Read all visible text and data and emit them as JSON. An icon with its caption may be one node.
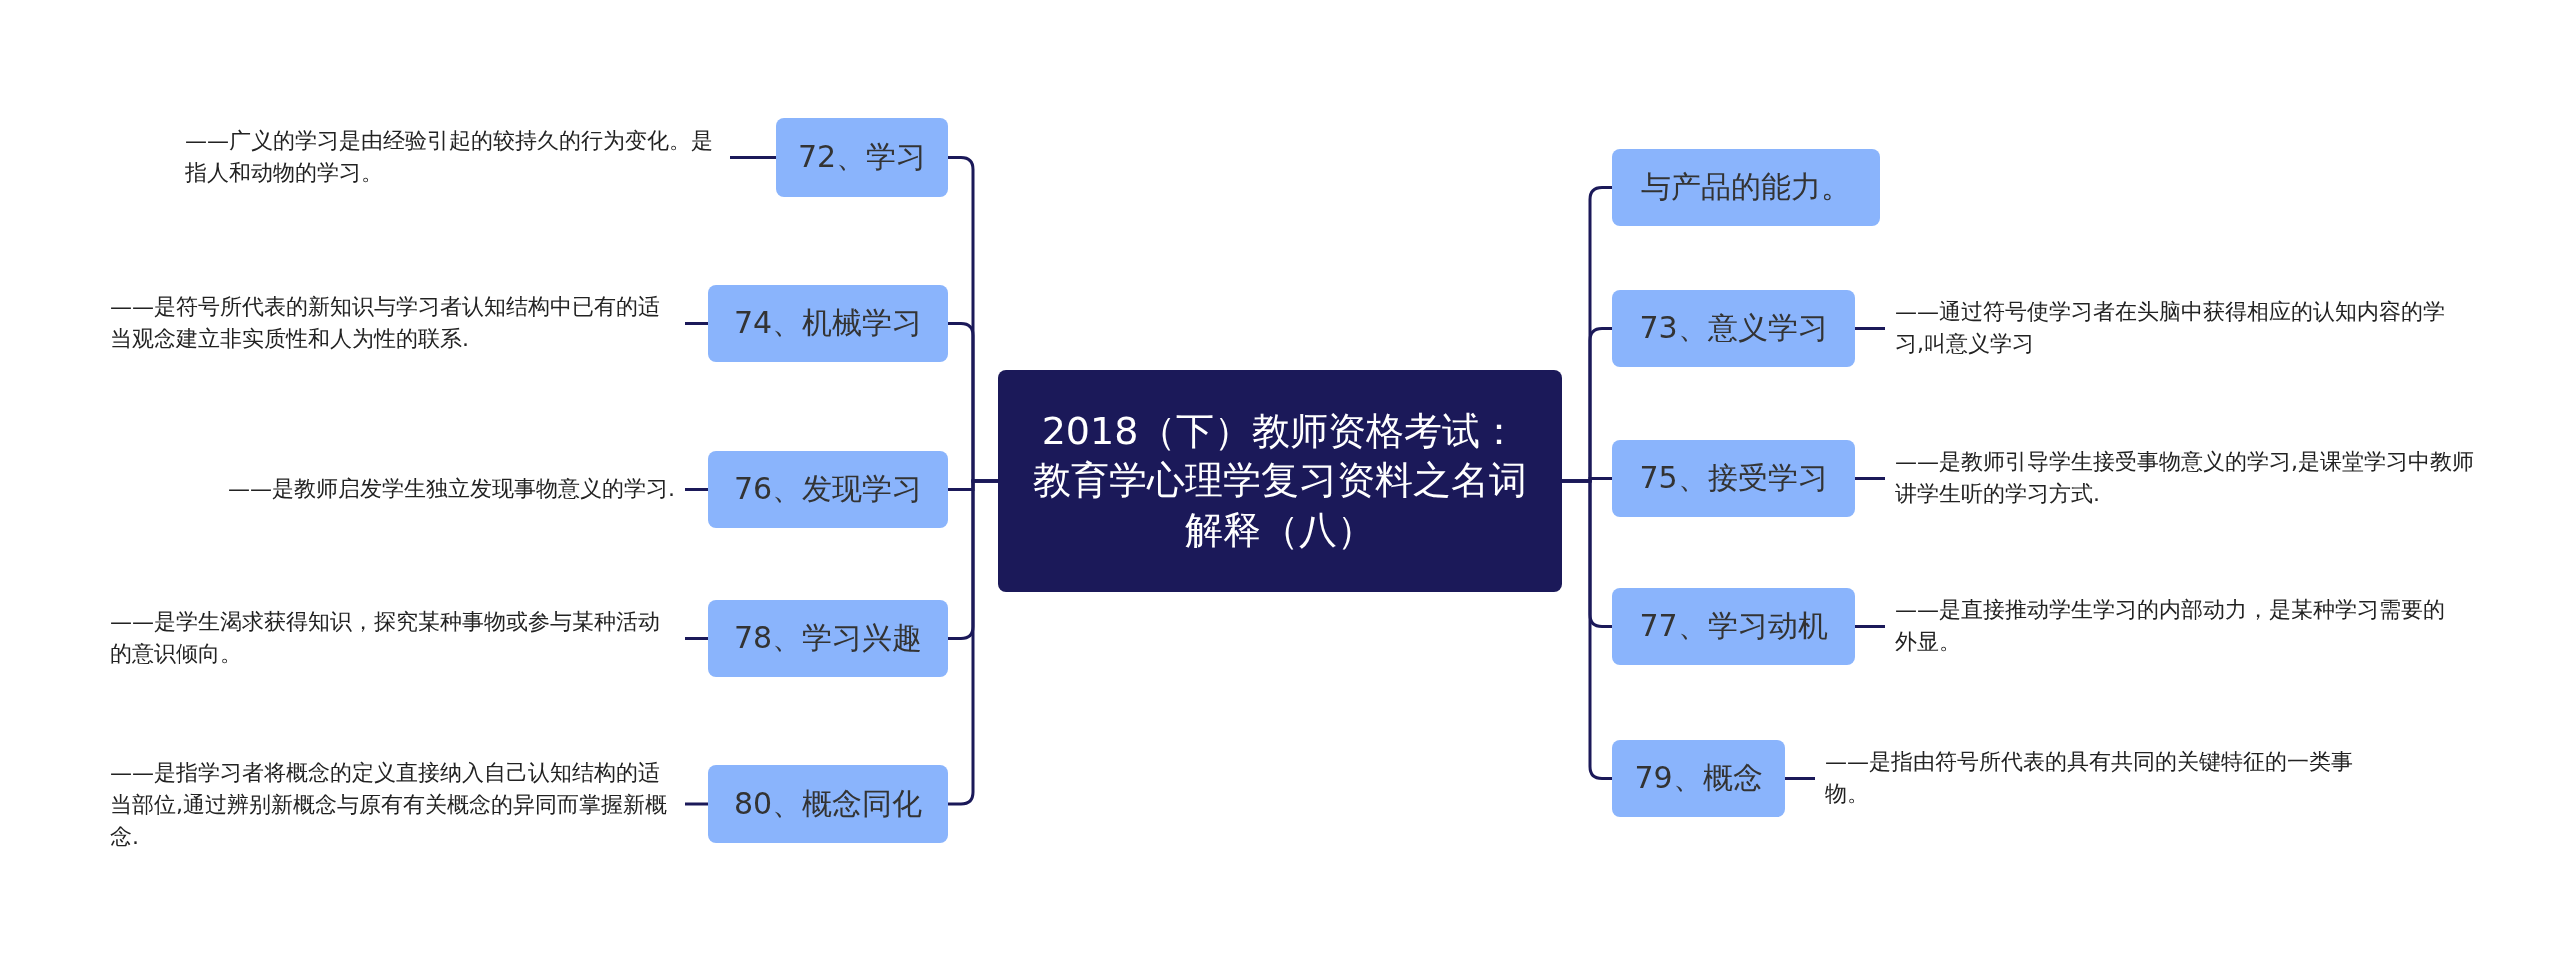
{
  "diagram": {
    "nodes": [
      {
        "text": [
          "2018（下）教师资格考试：教育学心理学复习资料之名词解释（八）"
        ]
      },
      {
        "text": [
          "72、学习"
        ]
      },
      {
        "text": [
          "——广义的学习是由经验引起的较持久的行为变化。是指人和动物的学习。"
        ]
      },
      {
        "text": [
          "74、机械学习"
        ]
      },
      {
        "text": [
          "——是符号所代表的新知识与学习者认知结构中已有的适当观念建立非实质性和人为性的联系."
        ]
      },
      {
        "text": [
          "76、发现学习"
        ]
      },
      {
        "text": [
          "——是教师启发学生独立发现事物意义的学习."
        ]
      },
      {
        "text": [
          "78、学习兴趣"
        ]
      },
      {
        "text": [
          "——是学生渴求获得知识，探究某种事物或参与某种活动的意识倾向。"
        ]
      },
      {
        "text": [
          "80、概念同化"
        ]
      },
      {
        "text": [
          "——是指学习者将概念的定义直接纳入自己认知结构的适当部位,通过辨别新概念与原有有关概念的异同而掌握新概念."
        ]
      },
      {
        "text": [
          "与产品的能力。"
        ]
      },
      {
        "text": [
          "73、意义学习"
        ]
      },
      {
        "text": [
          "——通过符号使学习者在头脑中获得相应的认知内容的学习,叫意义学习"
        ]
      },
      {
        "text": [
          "75、接受学习"
        ]
      },
      {
        "text": [
          "——是教师引导学生接受事物意义的学习,是课堂学习中教师讲学生听的学习方式."
        ]
      },
      {
        "text": [
          "77、学习动机"
        ]
      },
      {
        "text": [
          "——是直接推动学生学习的内部动力，是某种学习需要的外显。"
        ]
      },
      {
        "text": [
          "79、概念"
        ]
      },
      {
        "text": [
          "——是指由符号所代表的具有共同的关键特征的一类事物。"
        ]
      }
    ],
    "edges": [
      {
        "from": 0,
        "to": 1,
        "arrow": "none"
      },
      {
        "from": 0,
        "to": 3,
        "arrow": "none"
      },
      {
        "from": 0,
        "to": 5,
        "arrow": "none"
      },
      {
        "from": 0,
        "to": 7,
        "arrow": "none"
      },
      {
        "from": 0,
        "to": 9,
        "arrow": "none"
      },
      {
        "from": 0,
        "to": 11,
        "arrow": "none"
      },
      {
        "from": 0,
        "to": 12,
        "arrow": "none"
      },
      {
        "from": 0,
        "to": 14,
        "arrow": "none"
      },
      {
        "from": 0,
        "to": 16,
        "arrow": "none"
      },
      {
        "from": 0,
        "to": 18,
        "arrow": "none"
      },
      {
        "from": 1,
        "to": 2,
        "arrow": "none"
      },
      {
        "from": 3,
        "to": 4,
        "arrow": "none"
      },
      {
        "from": 5,
        "to": 6,
        "arrow": "none"
      },
      {
        "from": 7,
        "to": 8,
        "arrow": "none"
      },
      {
        "from": 9,
        "to": 10,
        "arrow": "none"
      },
      {
        "from": 12,
        "to": 13,
        "arrow": "none"
      },
      {
        "from": 14,
        "to": 15,
        "arrow": "none"
      },
      {
        "from": 16,
        "to": 17,
        "arrow": "none"
      },
      {
        "from": 18,
        "to": 19,
        "arrow": "none"
      }
    ]
  }
}
